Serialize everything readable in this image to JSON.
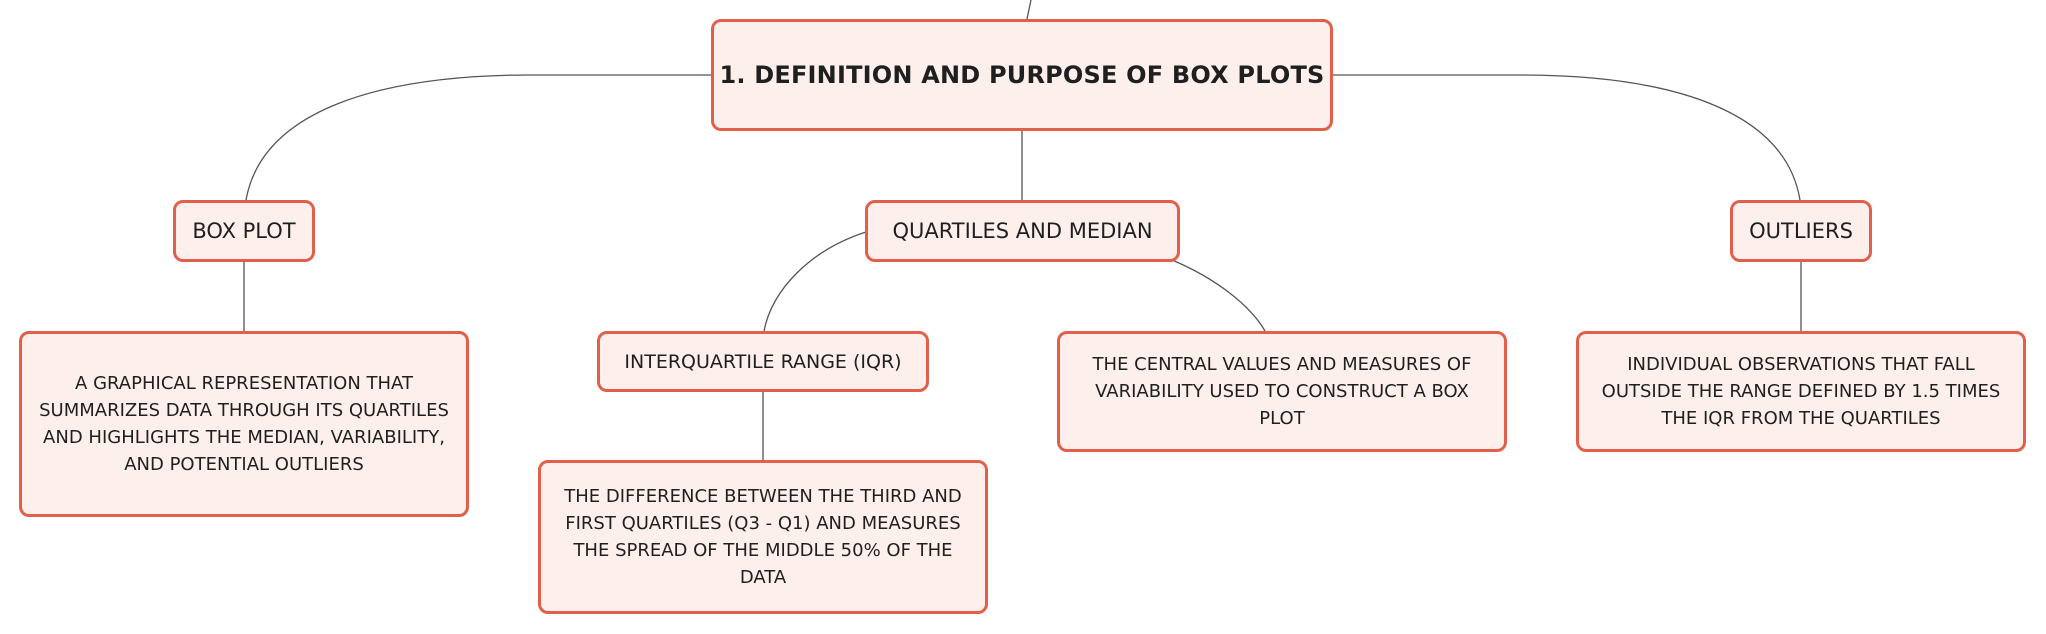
{
  "colors": {
    "node_fill": "#fdf0ec",
    "node_border": "#e2604b",
    "connector": "#555555",
    "text": "#1f1f1f"
  },
  "diagram": {
    "root": {
      "text": "1. DEFINITION AND PURPOSE OF BOX PLOTS"
    },
    "branches": {
      "box_plot": {
        "label": "BOX PLOT",
        "description": "A GRAPHICAL REPRESENTATION THAT SUMMARIZES DATA THROUGH ITS QUARTILES AND HIGHLIGHTS THE MEDIAN, VARIABILITY, AND POTENTIAL OUTLIERS"
      },
      "quartiles": {
        "label": "QUARTILES AND MEDIAN",
        "iqr": {
          "label": "INTERQUARTILE RANGE (IQR)",
          "description": "THE DIFFERENCE BETWEEN THE THIRD AND FIRST QUARTILES (Q3 - Q1) AND MEASURES THE SPREAD OF THE MIDDLE 50% OF THE DATA"
        },
        "description": "THE CENTRAL VALUES AND MEASURES OF VARIABILITY USED TO CONSTRUCT A BOX PLOT"
      },
      "outliers": {
        "label": "OUTLIERS",
        "description": "INDIVIDUAL OBSERVATIONS THAT FALL OUTSIDE THE RANGE DEFINED BY 1.5 TIMES THE IQR FROM THE QUARTILES"
      }
    }
  }
}
